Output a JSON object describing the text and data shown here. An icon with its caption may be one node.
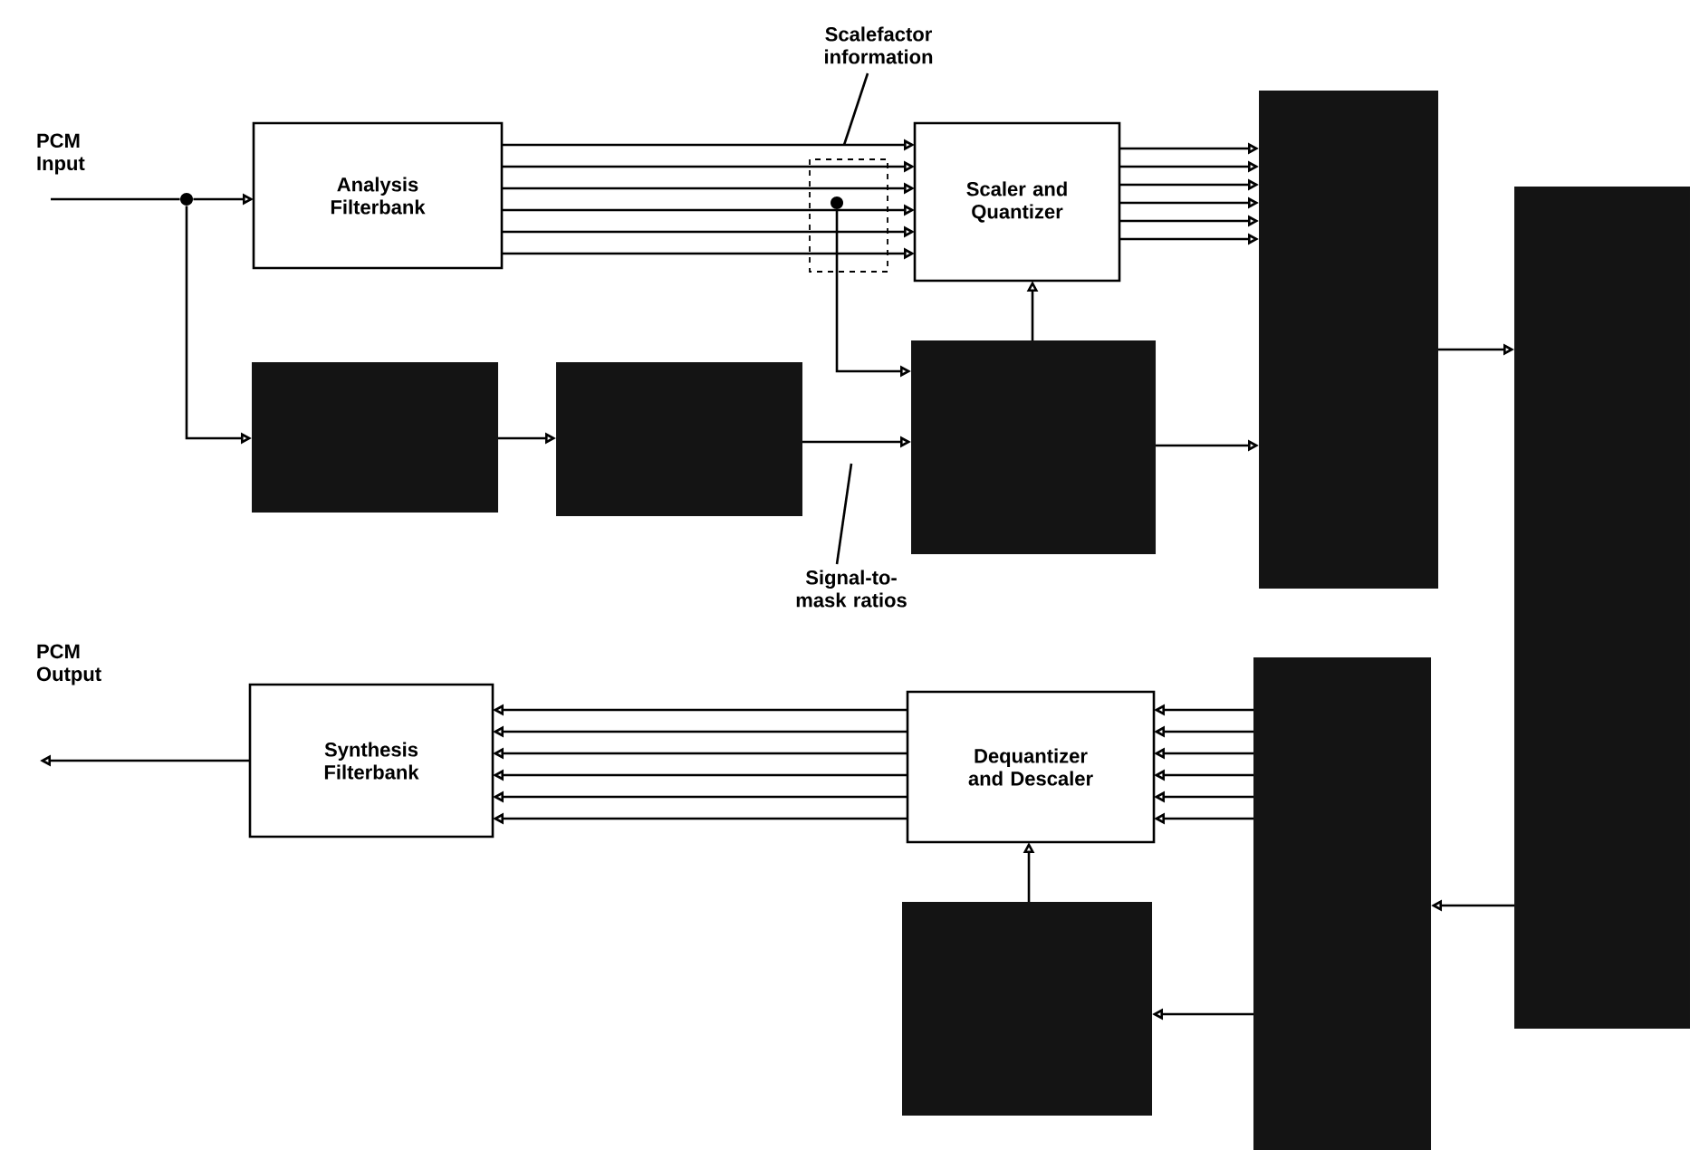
{
  "diagram": {
    "nodes": [
      {
        "text": [],
        "shape": "circle"
      },
      {
        "text": [
          "Analysis Filterbank"
        ]
      },
      {
        "text": [],
        "shape": "box"
      },
      {
        "text": [],
        "shape": "box"
      },
      {
        "text": [
          "Scaler and Quantizer"
        ]
      },
      {
        "text": [],
        "shape": "box"
      },
      {
        "text": [],
        "shape": "box"
      },
      {
        "text": [],
        "shape": "box"
      },
      {
        "text": [],
        "shape": "box"
      },
      {
        "text": [
          "Dequantizer and Descaler"
        ]
      },
      {
        "text": [],
        "shape": "box"
      },
      {
        "text": [
          "Synthesis Filterbank"
        ]
      },
      {
        "text": [],
        "shape": "circle"
      },
      {
        "text": [
          "Scalefactor information"
        ]
      },
      {
        "text": [
          "Signal-to-mask ratios"
        ]
      }
    ],
    "edges": [
      {
        "from": null,
        "to": 0,
        "arrow": "none"
      },
      {
        "from": 0,
        "to": 1,
        "arrow": "to"
      },
      {
        "from": 0,
        "to": 2,
        "arrow": "to"
      },
      {
        "from": 2,
        "to": 3,
        "arrow": "to"
      },
      {
        "from": 3,
        "to": 5,
        "arrow": "to"
      },
      {
        "from": 12,
        "to": 5,
        "arrow": "to"
      },
      {
        "from": 5,
        "to": 4,
        "arrow": "to"
      },
      {
        "from": 1,
        "to": 4,
        "arrow": "to"
      },
      {
        "from": 1,
        "to": 4,
        "arrow": "to"
      },
      {
        "from": 1,
        "to": 4,
        "arrow": "to"
      },
      {
        "from": 1,
        "to": 4,
        "arrow": "to"
      },
      {
        "from": 1,
        "to": 4,
        "arrow": "to"
      },
      {
        "from": 1,
        "to": 4,
        "arrow": "to"
      },
      {
        "from": 4,
        "to": 6,
        "arrow": "to"
      },
      {
        "from": 4,
        "to": 6,
        "arrow": "to"
      },
      {
        "from": 4,
        "to": 6,
        "arrow": "to"
      },
      {
        "from": 4,
        "to": 6,
        "arrow": "to"
      },
      {
        "from": 4,
        "to": 6,
        "arrow": "to"
      },
      {
        "from": 4,
        "to": 6,
        "arrow": "to"
      },
      {
        "from": 5,
        "to": 6,
        "arrow": "to"
      },
      {
        "from": 6,
        "to": 7,
        "arrow": "to"
      },
      {
        "from": 7,
        "to": 8,
        "arrow": "to"
      },
      {
        "from": 8,
        "to": 9,
        "arrow": "to"
      },
      {
        "from": 8,
        "to": 9,
        "arrow": "to"
      },
      {
        "from": 8,
        "to": 9,
        "arrow": "to"
      },
      {
        "from": 8,
        "to": 9,
        "arrow": "to"
      },
      {
        "from": 8,
        "to": 9,
        "arrow": "to"
      },
      {
        "from": 8,
        "to": 9,
        "arrow": "to"
      },
      {
        "from": 8,
        "to": 10,
        "arrow": "to"
      },
      {
        "from": 10,
        "to": 9,
        "arrow": "to"
      },
      {
        "from": 9,
        "to": 11,
        "arrow": "to"
      },
      {
        "from": 9,
        "to": 11,
        "arrow": "to"
      },
      {
        "from": 9,
        "to": 11,
        "arrow": "to"
      },
      {
        "from": 9,
        "to": 11,
        "arrow": "to"
      },
      {
        "from": 9,
        "to": 11,
        "arrow": "to"
      },
      {
        "from": 9,
        "to": 11,
        "arrow": "to"
      },
      {
        "from": 11,
        "to": null,
        "arrow": "to"
      },
      {
        "from": 13,
        "to": null,
        "arrow": "none"
      },
      {
        "from": 14,
        "to": null,
        "arrow": "none"
      }
    ],
    "labels": [
      "PCM Input",
      "PCM Output"
    ]
  }
}
